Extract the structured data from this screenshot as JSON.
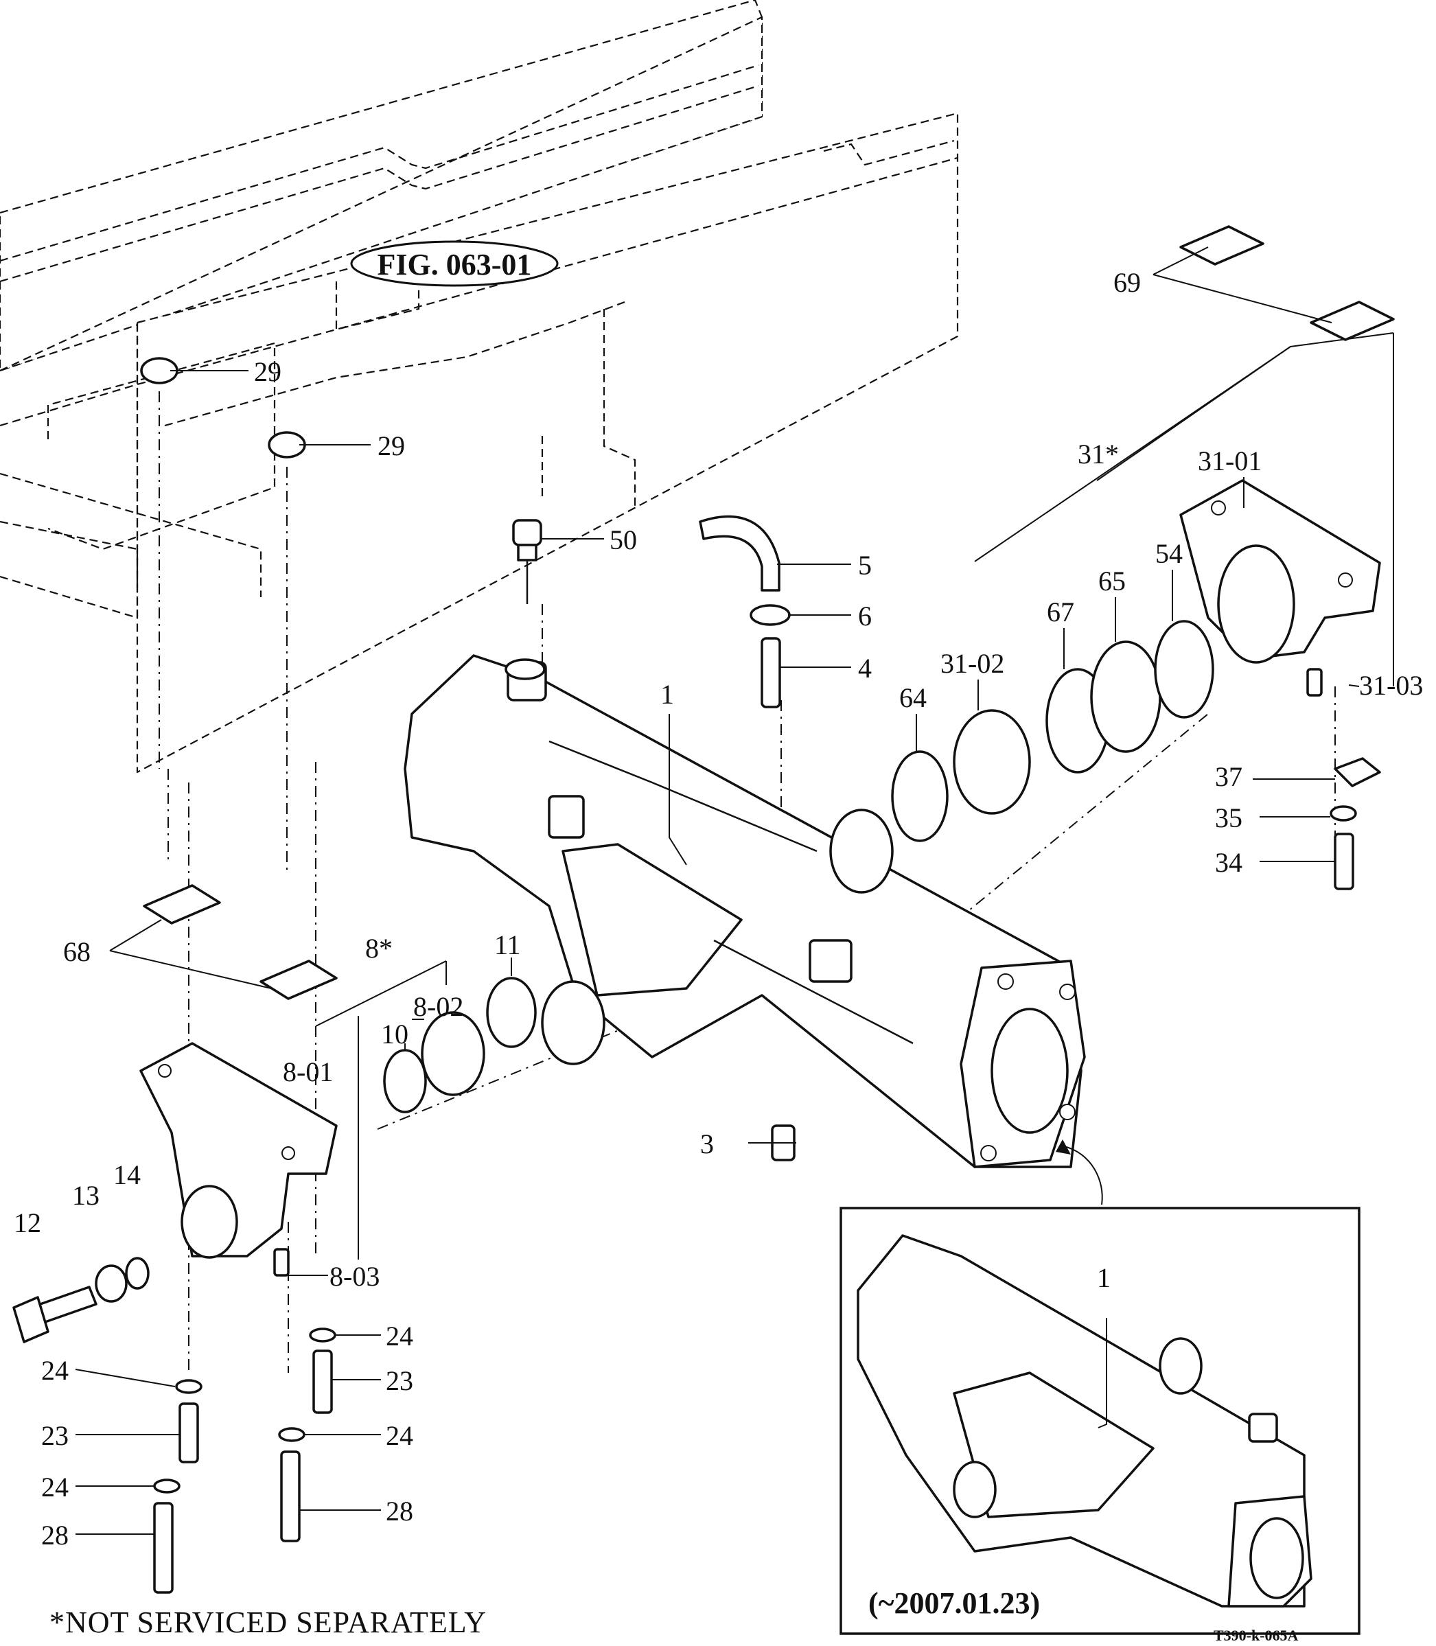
{
  "figure_reference": "FIG. 063-01",
  "inset_date_label": "(~2007.01.23)",
  "footnote": "*NOT SERVICED SEPARATELY",
  "drawing_code": "T390-k-065A",
  "callouts": {
    "c1": "1",
    "c1_inset": "1",
    "c3": "3",
    "c4": "4",
    "c5": "5",
    "c6": "6",
    "c8": "8*",
    "c8_01": "8-01",
    "c8_02": "8-02",
    "c8_03": "8-03",
    "c10": "10",
    "c11": "11",
    "c12": "12",
    "c13": "13",
    "c14": "14",
    "c23_a": "23",
    "c23_b": "23",
    "c24_a": "24",
    "c24_b": "24",
    "c24_c": "24",
    "c24_d": "24",
    "c28_a": "28",
    "c28_b": "28",
    "c29_a": "29",
    "c29_b": "29",
    "c31": "31*",
    "c31_01": "31-01",
    "c31_02": "31-02",
    "c31_03": "31-03",
    "c34": "34",
    "c35": "35",
    "c37": "37",
    "c50": "50",
    "c54": "54",
    "c64": "64",
    "c65": "65",
    "c67": "67",
    "c68": "68",
    "c69": "69"
  }
}
